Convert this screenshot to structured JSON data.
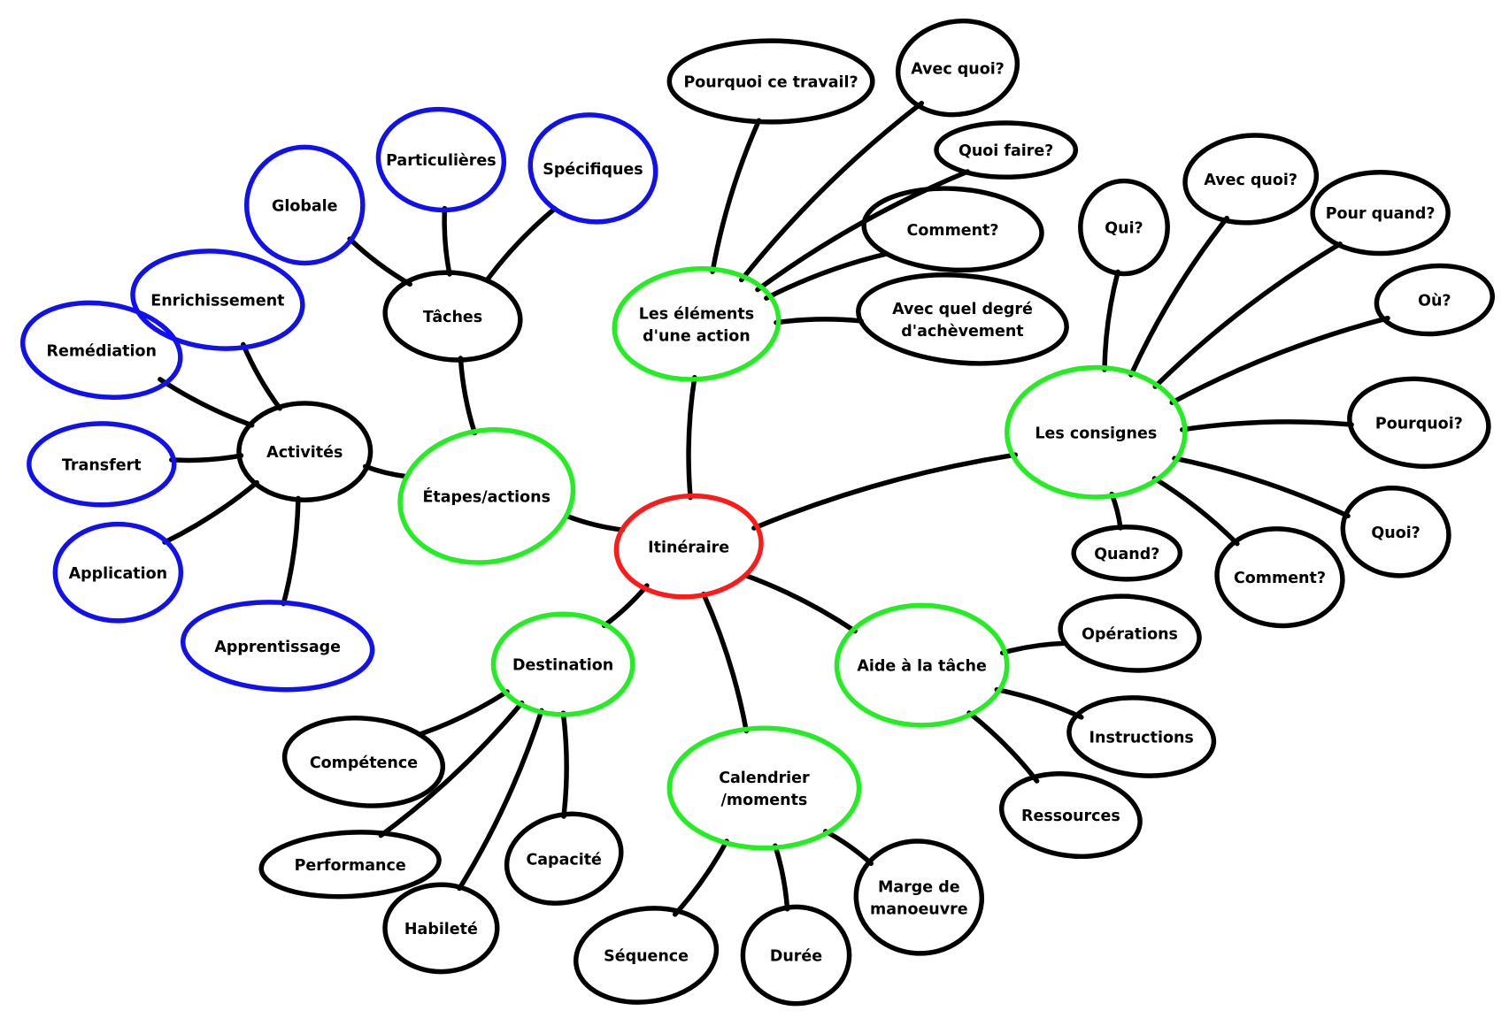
{
  "colors": {
    "root": "#ff1a1a",
    "branch": "#22ee22",
    "leaf": "#000000",
    "sub": "#1111ee"
  },
  "nodes": {
    "root": {
      "label": [
        "Itinéraire"
      ],
      "kind": "root"
    },
    "etapes": {
      "label": [
        "Étapes/actions"
      ],
      "kind": "branch"
    },
    "taches": {
      "label": [
        "Tâches"
      ],
      "kind": "leaf"
    },
    "globale": {
      "label": [
        "Globale"
      ],
      "kind": "sub"
    },
    "particulieres": {
      "label": [
        "Particulières"
      ],
      "kind": "sub"
    },
    "specifiques": {
      "label": [
        "Spécifiques"
      ],
      "kind": "sub"
    },
    "activites": {
      "label": [
        "Activités"
      ],
      "kind": "leaf"
    },
    "enrichissement": {
      "label": [
        "Enrichissement"
      ],
      "kind": "sub"
    },
    "remediation": {
      "label": [
        "Remédiation"
      ],
      "kind": "sub"
    },
    "transfert": {
      "label": [
        "Transfert"
      ],
      "kind": "sub"
    },
    "application": {
      "label": [
        "Application"
      ],
      "kind": "sub"
    },
    "apprentissage": {
      "label": [
        "Apprentissage"
      ],
      "kind": "sub"
    },
    "elements": {
      "label": [
        "Les éléments",
        "d'une action"
      ],
      "kind": "branch"
    },
    "pourquoi_travail": {
      "label": [
        "Pourquoi ce travail?"
      ],
      "kind": "leaf"
    },
    "avec_quoi_1": {
      "label": [
        "Avec quoi?"
      ],
      "kind": "leaf"
    },
    "quoi_faire": {
      "label": [
        "Quoi faire?"
      ],
      "kind": "leaf"
    },
    "comment_1": {
      "label": [
        "Comment?"
      ],
      "kind": "leaf"
    },
    "degre": {
      "label": [
        "Avec quel degré",
        "d'achèvement"
      ],
      "kind": "leaf"
    },
    "consignes": {
      "label": [
        "Les consignes"
      ],
      "kind": "branch"
    },
    "qui": {
      "label": [
        "Qui?"
      ],
      "kind": "leaf"
    },
    "avec_quoi_2": {
      "label": [
        "Avec quoi?"
      ],
      "kind": "leaf"
    },
    "pour_quand": {
      "label": [
        "Pour quand?"
      ],
      "kind": "leaf"
    },
    "ou": {
      "label": [
        "Où?"
      ],
      "kind": "leaf"
    },
    "pourquoi": {
      "label": [
        "Pourquoi?"
      ],
      "kind": "leaf"
    },
    "quoi": {
      "label": [
        "Quoi?"
      ],
      "kind": "leaf"
    },
    "comment_2": {
      "label": [
        "Comment?"
      ],
      "kind": "leaf"
    },
    "quand": {
      "label": [
        "Quand?"
      ],
      "kind": "leaf"
    },
    "aide": {
      "label": [
        "Aide à la tâche"
      ],
      "kind": "branch"
    },
    "operations": {
      "label": [
        "Opérations"
      ],
      "kind": "leaf"
    },
    "instructions": {
      "label": [
        "Instructions"
      ],
      "kind": "leaf"
    },
    "ressources": {
      "label": [
        "Ressources"
      ],
      "kind": "leaf"
    },
    "calendrier": {
      "label": [
        "Calendrier",
        "/moments"
      ],
      "kind": "branch"
    },
    "sequence": {
      "label": [
        "Séquence"
      ],
      "kind": "leaf"
    },
    "duree": {
      "label": [
        "Durée"
      ],
      "kind": "leaf"
    },
    "marge": {
      "label": [
        "Marge de",
        "manoeuvre"
      ],
      "kind": "leaf"
    },
    "destination": {
      "label": [
        "Destination"
      ],
      "kind": "branch"
    },
    "competence": {
      "label": [
        "Compétence"
      ],
      "kind": "leaf"
    },
    "performance": {
      "label": [
        "Performance"
      ],
      "kind": "leaf"
    },
    "habilete": {
      "label": [
        "Habileté"
      ],
      "kind": "leaf"
    },
    "capacite": {
      "label": [
        "Capacité"
      ],
      "kind": "leaf"
    }
  },
  "edges": [
    [
      "root",
      "etapes"
    ],
    [
      "root",
      "elements"
    ],
    [
      "root",
      "consignes"
    ],
    [
      "root",
      "aide"
    ],
    [
      "root",
      "calendrier"
    ],
    [
      "root",
      "destination"
    ],
    [
      "etapes",
      "taches"
    ],
    [
      "etapes",
      "activites"
    ],
    [
      "taches",
      "globale"
    ],
    [
      "taches",
      "particulieres"
    ],
    [
      "taches",
      "specifiques"
    ],
    [
      "activites",
      "enrichissement"
    ],
    [
      "activites",
      "remediation"
    ],
    [
      "activites",
      "transfert"
    ],
    [
      "activites",
      "application"
    ],
    [
      "activites",
      "apprentissage"
    ],
    [
      "elements",
      "pourquoi_travail"
    ],
    [
      "elements",
      "avec_quoi_1"
    ],
    [
      "elements",
      "quoi_faire"
    ],
    [
      "elements",
      "comment_1"
    ],
    [
      "elements",
      "degre"
    ],
    [
      "consignes",
      "qui"
    ],
    [
      "consignes",
      "avec_quoi_2"
    ],
    [
      "consignes",
      "pour_quand"
    ],
    [
      "consignes",
      "ou"
    ],
    [
      "consignes",
      "pourquoi"
    ],
    [
      "consignes",
      "quoi"
    ],
    [
      "consignes",
      "comment_2"
    ],
    [
      "consignes",
      "quand"
    ],
    [
      "aide",
      "operations"
    ],
    [
      "aide",
      "instructions"
    ],
    [
      "aide",
      "ressources"
    ],
    [
      "calendrier",
      "sequence"
    ],
    [
      "calendrier",
      "duree"
    ],
    [
      "calendrier",
      "marge"
    ],
    [
      "destination",
      "competence"
    ],
    [
      "destination",
      "performance"
    ],
    [
      "destination",
      "habilete"
    ],
    [
      "destination",
      "capacite"
    ]
  ]
}
